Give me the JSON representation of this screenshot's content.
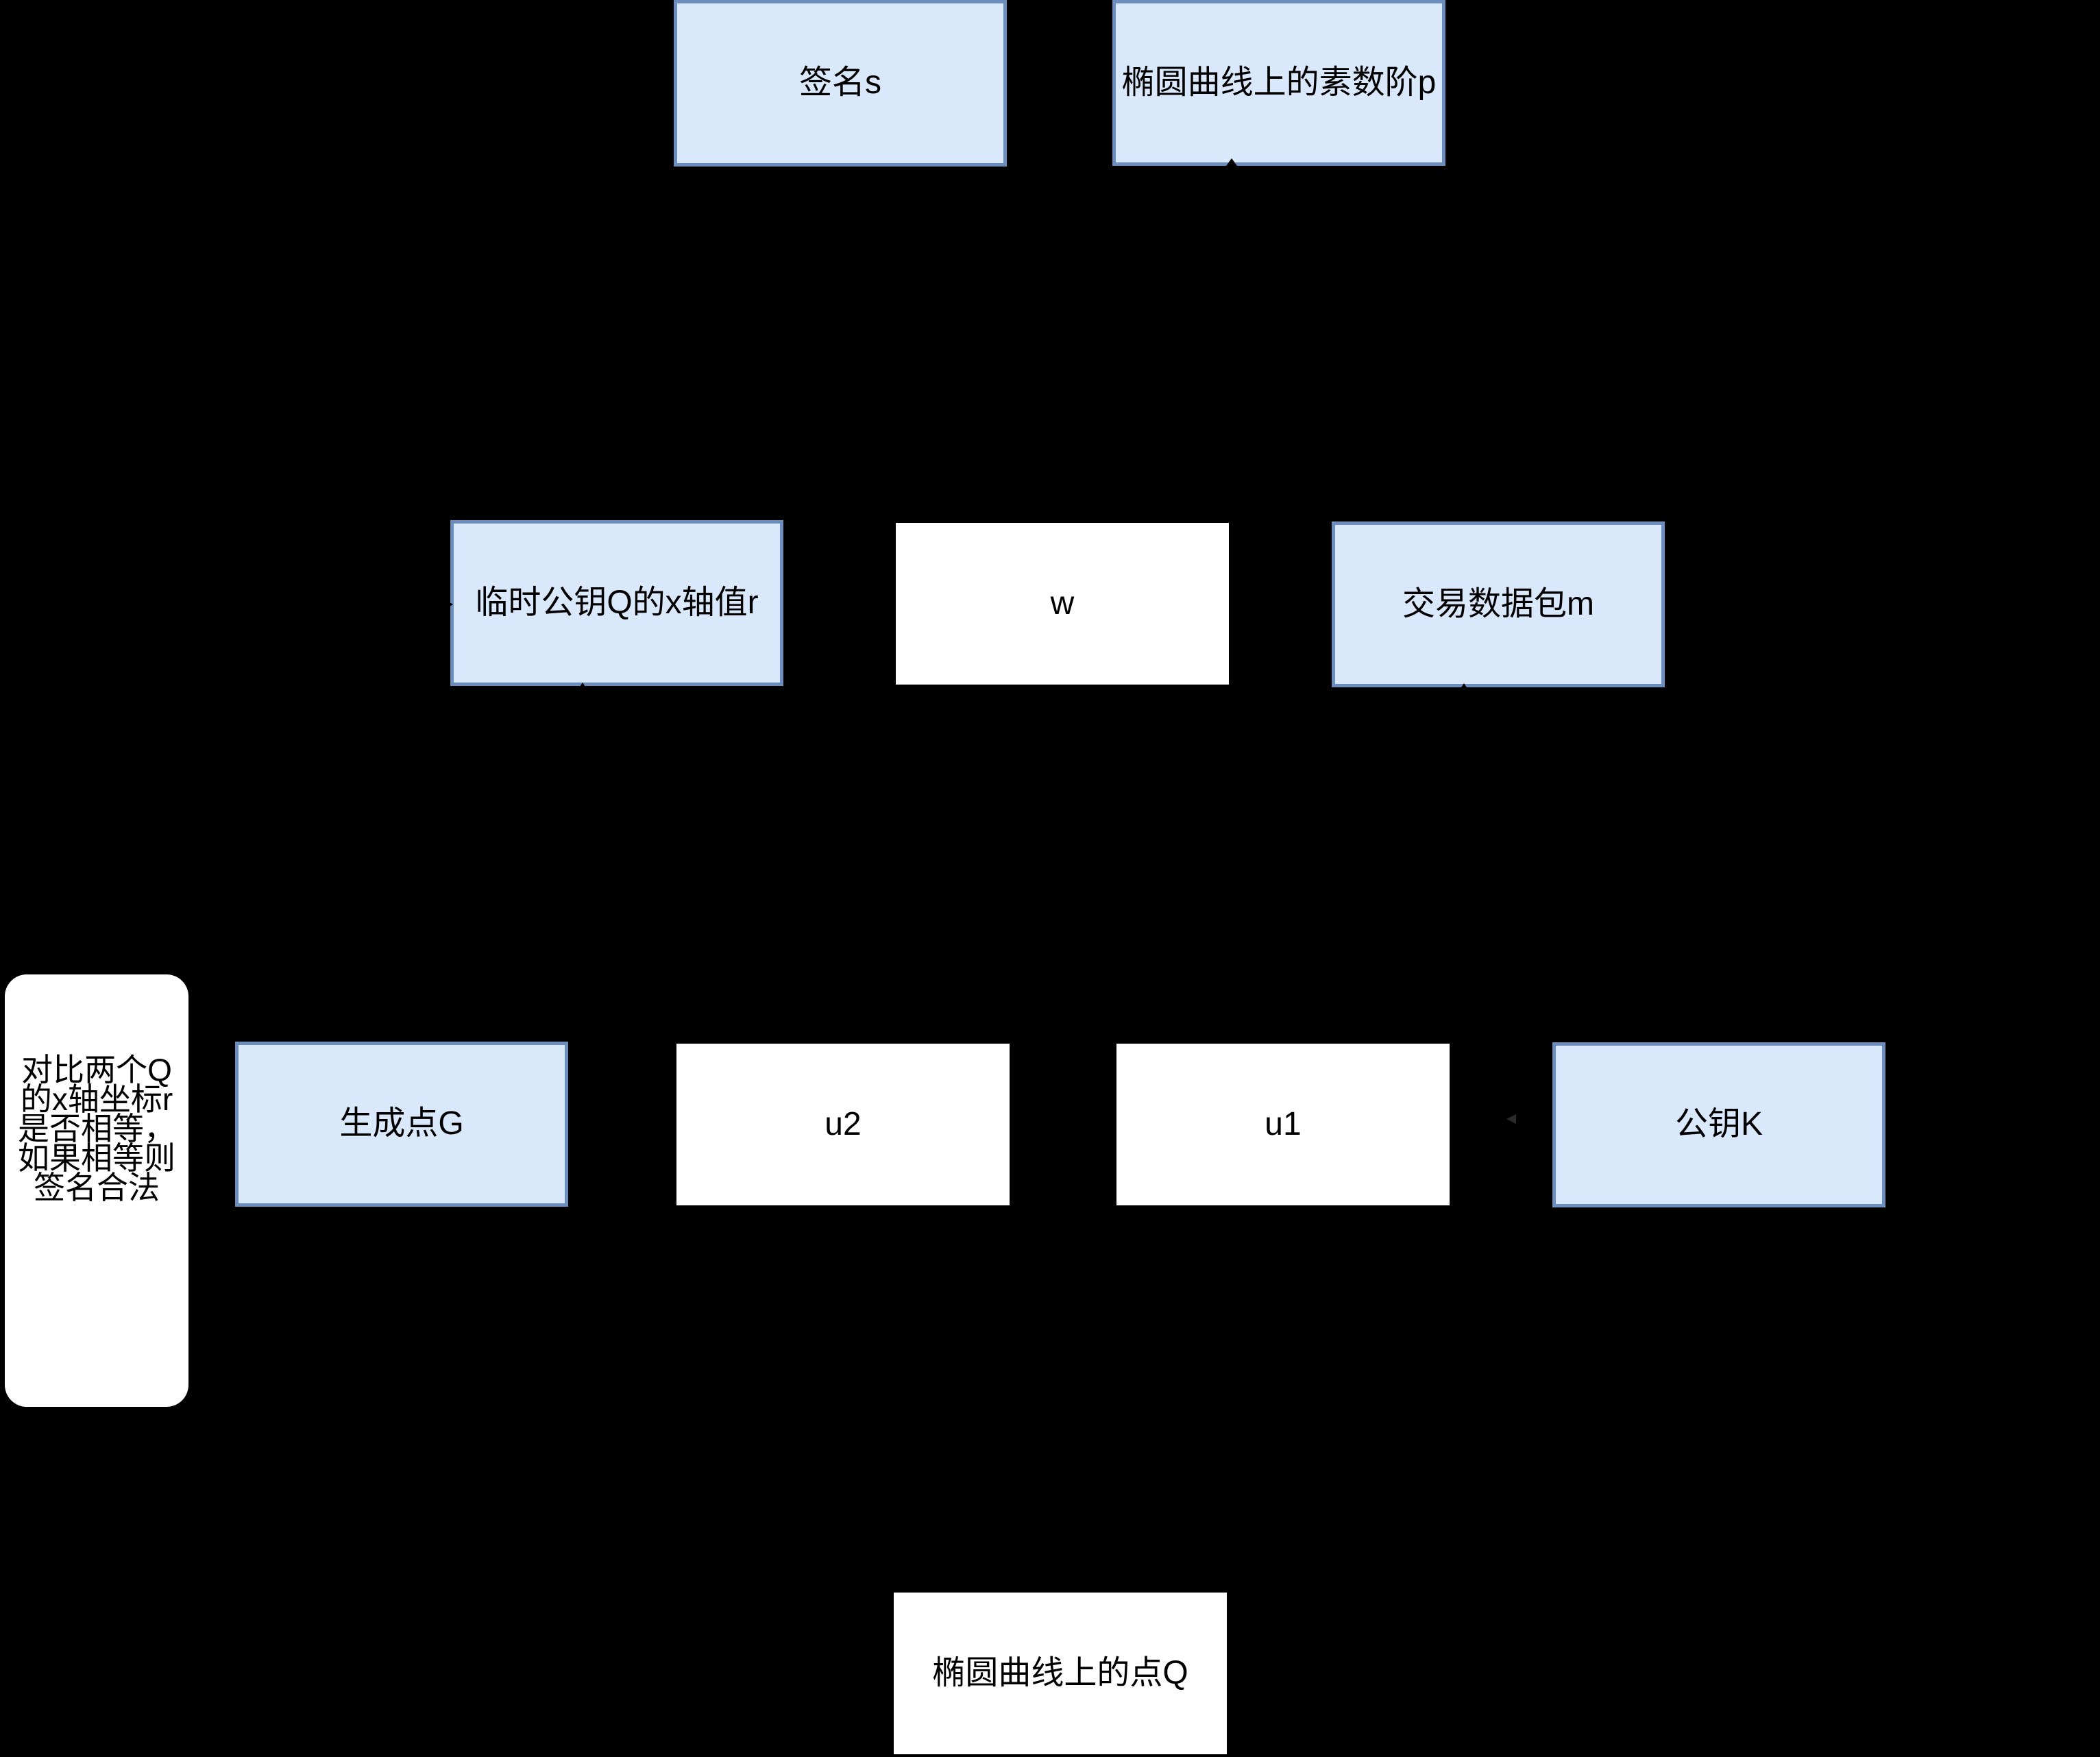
{
  "diagram": {
    "background_color": "#000000",
    "node_fill_color": "#dae8fc",
    "node_border_color": "#6c8ebf",
    "plain_node_fill_color": "#ffffff",
    "text_color": "#000000",
    "nodes": {
      "signature_s": {
        "label": "签名s",
        "style": "blue"
      },
      "prime_order_p": {
        "label": "椭圆曲线上的素数阶p",
        "style": "blue"
      },
      "temp_pubkey_r": {
        "label": "临时公钥Q的x轴值r",
        "style": "blue"
      },
      "w": {
        "label": "w",
        "style": "plain"
      },
      "tx_data_m": {
        "label": "交易数据包m",
        "style": "blue"
      },
      "generator_g": {
        "label": "生成点G",
        "style": "blue"
      },
      "u2": {
        "label": "u2",
        "style": "plain"
      },
      "u1": {
        "label": "u1",
        "style": "plain"
      },
      "public_key_k": {
        "label": "公钥K",
        "style": "blue"
      },
      "point_q": {
        "label": "椭圆曲线上的点Q",
        "style": "plain"
      }
    },
    "compare_note": {
      "lines": {
        "l1": "对比两个Q",
        "l2": "的x轴坐标r",
        "l3": "是否相等，",
        "l4": "如果相等则",
        "l5": "签名合法"
      }
    }
  }
}
